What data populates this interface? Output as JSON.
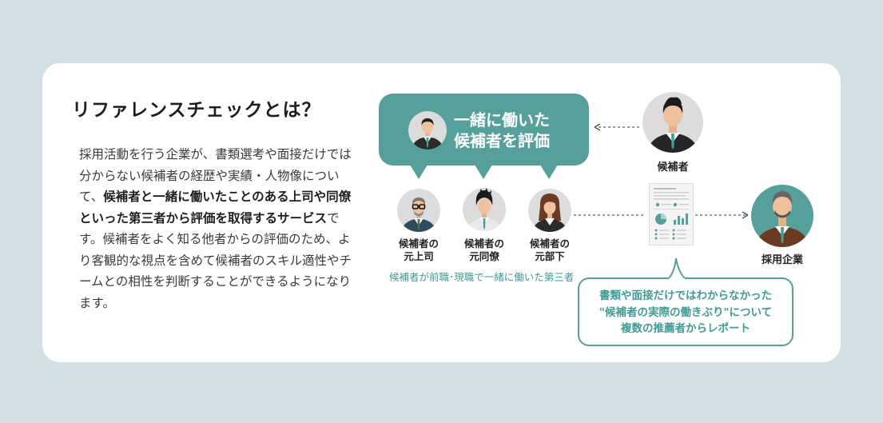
{
  "title": "リファレンスチェックとは？",
  "description": {
    "part1": "採用活動を行う企業が、書類選考や面接だけでは分からない候補者の経歴や実績・人物像について、",
    "bold": "候補者と一緒に働いたことのある上司や同僚といった第三者から評価を取得するサービス",
    "part2": "です。候補者をよく知る他者からの評価のため、より客観的な視点を含めて候補者のスキル適性やチームとの相性を判断することができるようになります。"
  },
  "bubble": {
    "line1": "一緒に働いた",
    "line2": "候補者を評価"
  },
  "referees": [
    {
      "line1": "候補者の",
      "line2": "元上司"
    },
    {
      "line1": "候補者の",
      "line2": "元同僚"
    },
    {
      "line1": "候補者の",
      "line2": "元部下"
    }
  ],
  "referee_caption": "候補者が前職･現職で一緒に働いた第三者",
  "candidate_label": "候補者",
  "company_label": "採用企業",
  "callout": {
    "line1": "書類や面接だけではわからなかった",
    "line2": "\"候補者の実際の働きぶり\"について",
    "line3": "複数の推薦者からレポート"
  },
  "colors": {
    "teal": "#56a09c",
    "teal_text": "#3f9b96",
    "background": "#d3e0e3",
    "card": "#ffffff"
  }
}
